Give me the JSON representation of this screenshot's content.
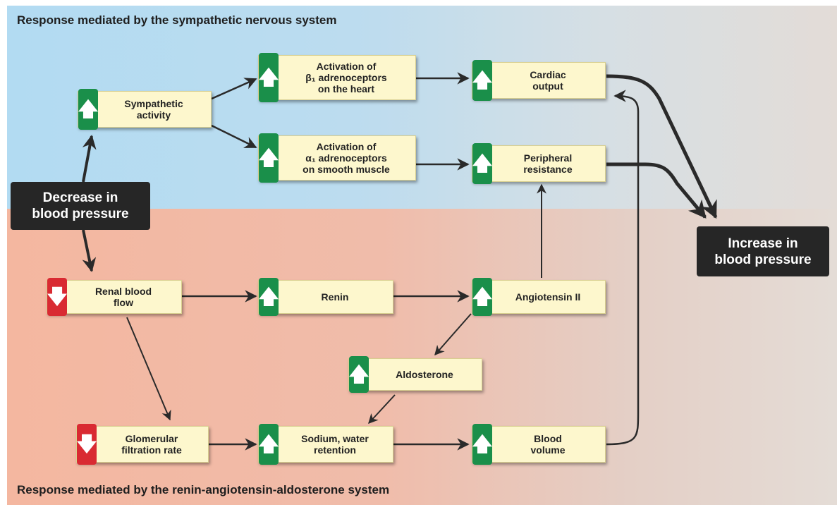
{
  "sections": {
    "top_title": "Response mediated by the sympathetic nervous system",
    "bottom_title": "Response mediated by the renin-angiotensin-aldosterone system"
  },
  "start_node": "Decrease in\nblood pressure",
  "end_node": "Increase in\nblood pressure",
  "nodes": {
    "sympathetic_activity": {
      "label": "Sympathetic\nactivity",
      "direction": "up",
      "icon": "up-arrow-icon"
    },
    "beta1_activation": {
      "label": "Activation of\nβ₁ adrenoceptors\non the heart",
      "direction": "up",
      "icon": "up-arrow-icon"
    },
    "alpha1_activation": {
      "label": "Activation of\nα₁ adrenoceptors\non smooth muscle",
      "direction": "up",
      "icon": "up-arrow-icon"
    },
    "cardiac_output": {
      "label": "Cardiac\noutput",
      "direction": "up",
      "icon": "up-arrow-icon"
    },
    "peripheral_resistance": {
      "label": "Peripheral\nresistance",
      "direction": "up",
      "icon": "up-arrow-icon"
    },
    "renal_blood_flow": {
      "label": "Renal blood\nflow",
      "direction": "down",
      "icon": "down-arrow-icon"
    },
    "renin": {
      "label": "Renin",
      "direction": "up",
      "icon": "up-arrow-icon"
    },
    "angiotensin_ii": {
      "label": "Angiotensin II",
      "direction": "up",
      "icon": "up-arrow-icon"
    },
    "aldosterone": {
      "label": "Aldosterone",
      "direction": "up",
      "icon": "up-arrow-icon"
    },
    "gfr": {
      "label": "Glomerular\nfiltration rate",
      "direction": "down",
      "icon": "down-arrow-icon"
    },
    "sodium_water": {
      "label": "Sodium, water\nretention",
      "direction": "up",
      "icon": "up-arrow-icon"
    },
    "blood_volume": {
      "label": "Blood\nvolume",
      "direction": "up",
      "icon": "up-arrow-icon"
    }
  },
  "colors": {
    "increase": "#1a8f4a",
    "decrease": "#d92a32",
    "node_fill": "#fdf7cd",
    "dark_box": "#262626",
    "sympathetic_region": "#b2dbf2",
    "raas_region": "#f4b7a0"
  }
}
